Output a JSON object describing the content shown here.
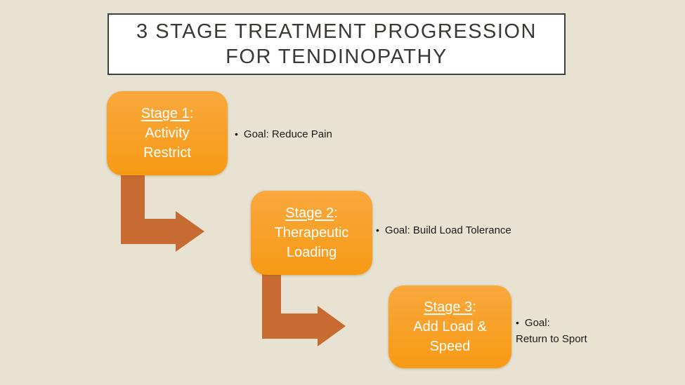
{
  "slide_title": {
    "line1": "3 STAGE TREATMENT PROGRESSION",
    "line2": "FOR TENDINOPATHY"
  },
  "stages": [
    {
      "heading": "Stage 1",
      "colon": ":",
      "label_line1": "Activity",
      "label_line2": "Restrict",
      "goal_bullet": "•",
      "goal_text": "Goal: Reduce Pain"
    },
    {
      "heading": "Stage 2",
      "colon": ":",
      "label_line1": "Therapeutic",
      "label_line2": "Loading",
      "goal_bullet": "•",
      "goal_text": "Goal: Build Load Tolerance"
    },
    {
      "heading": "Stage 3",
      "colon": ":",
      "label_line1": "Add Load &",
      "label_line2": "Speed",
      "goal_bullet": "•",
      "goal_text_line1": "Goal:",
      "goal_text_line2": "Return to Sport"
    }
  ],
  "colors": {
    "background": "#e7e2d2",
    "box_gradient_top": "#f9a83e",
    "box_gradient_bottom": "#f79a15",
    "arrow": "#c76b33",
    "title_text": "#3b3836",
    "title_border": "#404040",
    "stage_text": "#ffffff",
    "goal_text": "#1c1a19"
  }
}
